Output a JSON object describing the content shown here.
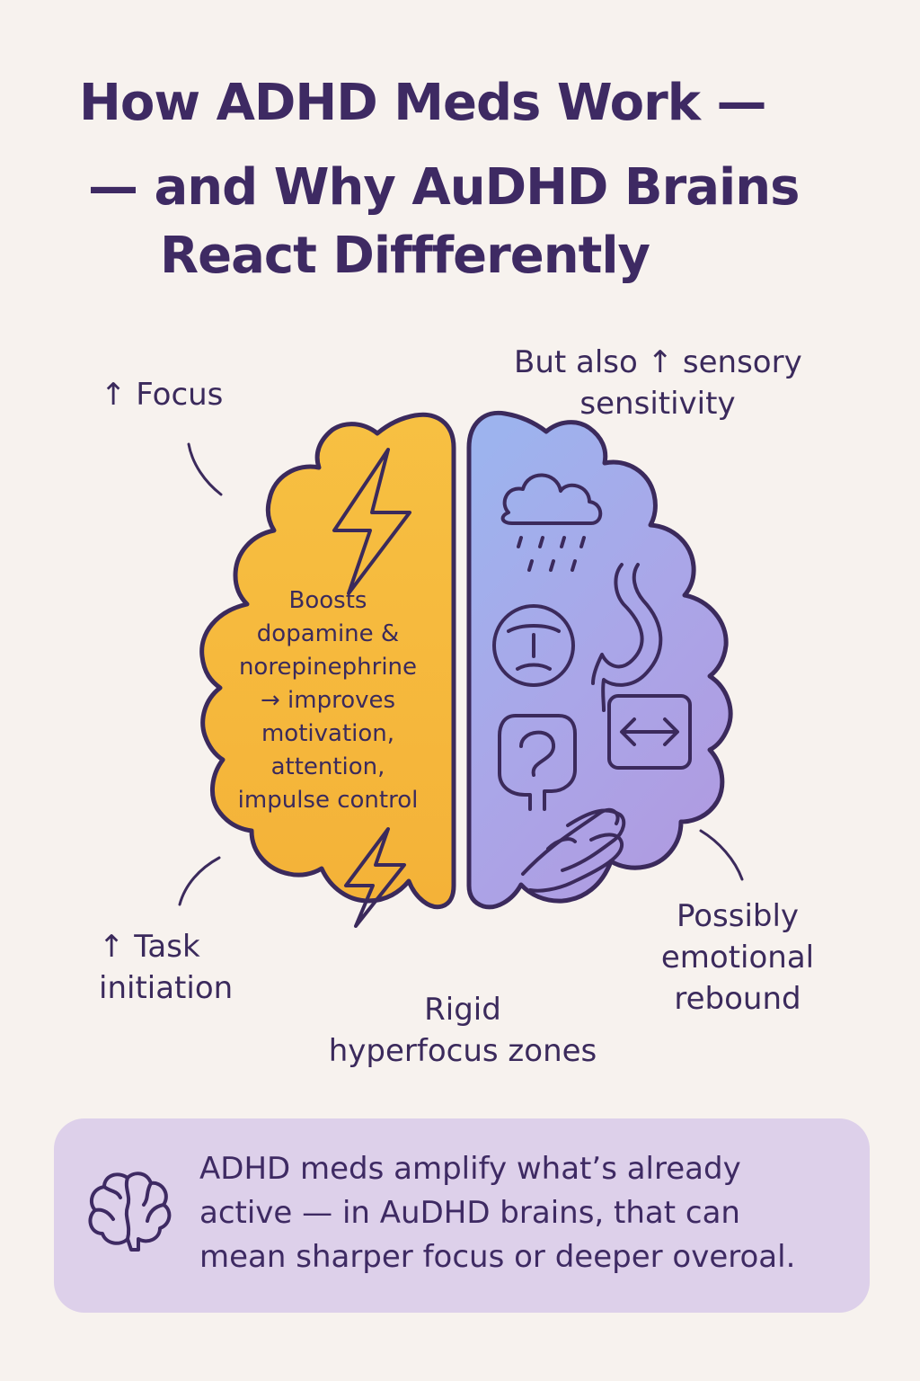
{
  "title": {
    "line1": "How ADHD Meds Work —",
    "line2": "— and Why AuDHD Brains",
    "line3": "React Diffferently"
  },
  "labels": {
    "focus": "↑ Focus",
    "task_line1": "↑ Task",
    "task_line2": "initiation",
    "sensory_line1": "But also ↑ sensory",
    "sensory_line2": "sensitivity",
    "rebound_line1": "Possibly",
    "rebound_line2": "emotional",
    "rebound_line3": "rebound",
    "rigid_line1": "Rigid",
    "rigid_line2": "hyperfocus zones"
  },
  "left_brain": {
    "lines": [
      "Boosts",
      "dopamine &",
      "norepinephrine",
      "→ improves",
      "motivation,",
      "attention,",
      "impulse control"
    ]
  },
  "right_brain_icons": [
    "rain-cloud-icon",
    "stomach-icon",
    "tense-face-icon",
    "intestine-icon",
    "arrows-box-icon",
    "hand-icon"
  ],
  "callout": {
    "line1": "ADHD meds amplify what’s already",
    "line2": "active — in AuDHD brains, that can",
    "line3": "mean sharper focus or deeper overoal."
  },
  "colors": {
    "background": "#f7f2ee",
    "left_brain": "#f5b73b",
    "right_brain": "#a9a4e6",
    "outline": "#3b2a5c",
    "callout_bg": "#ddd0ea"
  }
}
